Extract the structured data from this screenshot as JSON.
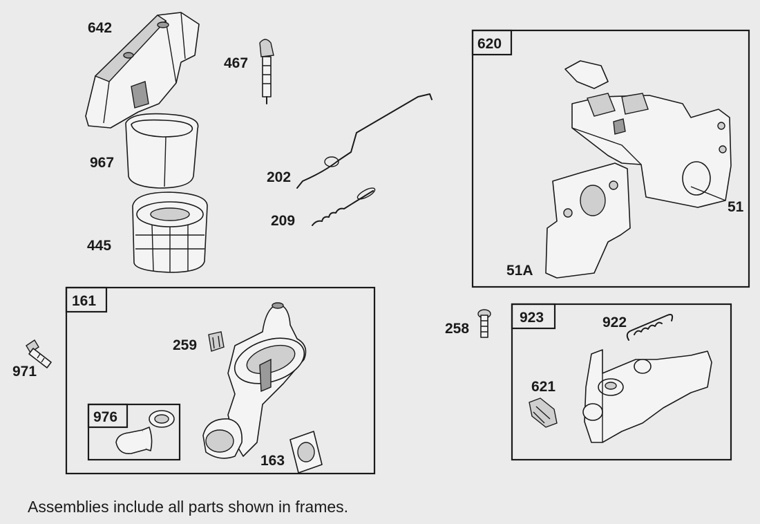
{
  "labels": {
    "p642": "642",
    "p467": "467",
    "p967": "967",
    "p202": "202",
    "p209": "209",
    "p445": "445",
    "p971": "971",
    "p259": "259",
    "p163": "163",
    "p258": "258",
    "p922": "922",
    "p621": "621",
    "p51": "51",
    "p51A": "51A"
  },
  "frames": {
    "f620": "620",
    "f161": "161",
    "f976": "976",
    "f923": "923"
  },
  "footnote": "Assemblies include all parts shown in frames."
}
